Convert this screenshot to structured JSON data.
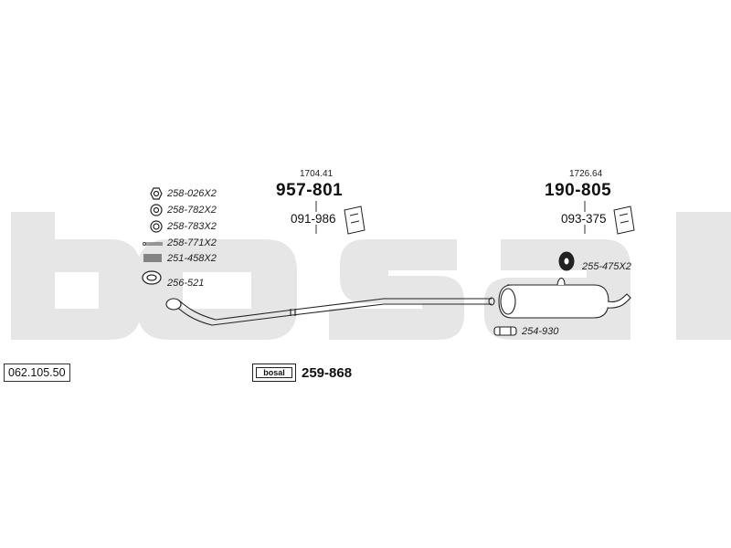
{
  "watermark": {
    "text": "bosal",
    "color": "#e4e4e4"
  },
  "reference_number": "062.105.50",
  "left_parts": [
    {
      "code": "258-026X2",
      "icon": "nut-icon"
    },
    {
      "code": "258-782X2",
      "icon": "washer-icon"
    },
    {
      "code": "258-783X2",
      "icon": "spring-washer-icon"
    },
    {
      "code": "258-771X2",
      "icon": "bolt-icon"
    },
    {
      "code": "251-458X2",
      "icon": "spring-icon"
    },
    {
      "code": "256-521",
      "icon": "gasket-ring-icon"
    }
  ],
  "assemblies": [
    {
      "ref": "1704.41",
      "part": "957-801",
      "sub_part": "091-986",
      "icon": "rubber-mount-icon"
    },
    {
      "ref": "1726.64",
      "part": "190-805",
      "sub_part": "093-375",
      "icon": "rubber-mount-icon"
    }
  ],
  "right_parts": [
    {
      "code": "255-475X2",
      "icon": "rubber-hanger-icon"
    },
    {
      "code": "254-930",
      "icon": "clamp-icon"
    }
  ],
  "kit": {
    "logo_text": "bosal",
    "code": "259-868"
  }
}
